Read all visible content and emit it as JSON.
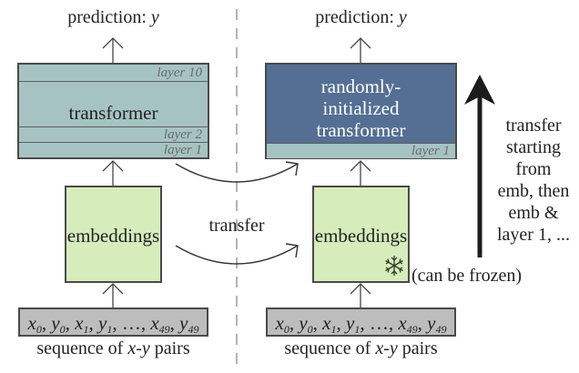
{
  "left_panel": {
    "prediction_label": "prediction:",
    "prediction_var": "y",
    "transformer": {
      "label": "transformer",
      "layers": [
        "layer 10",
        "layer 2",
        "layer 1"
      ],
      "color": "#a6c3c3"
    },
    "embeddings": {
      "label": "embeddings",
      "color": "#d6ecbb"
    },
    "sequence": {
      "tokens": [
        {
          "var": "x",
          "sub": "0"
        },
        {
          "var": "y",
          "sub": "0"
        },
        {
          "var": "x",
          "sub": "1"
        },
        {
          "var": "y",
          "sub": "1"
        },
        {
          "var": "…",
          "sub": ""
        },
        {
          "var": "x",
          "sub": "49"
        },
        {
          "var": "y",
          "sub": "49"
        }
      ],
      "caption_pre": "sequence of ",
      "caption_ital": "x-y",
      "caption_post": " pairs",
      "color": "#bdbdbd"
    }
  },
  "right_panel": {
    "prediction_label": "prediction:",
    "prediction_var": "y",
    "transformer": {
      "label_lines": [
        "randomly-",
        "initialized",
        "transformer"
      ],
      "layer_label": "layer 1",
      "color": "#546f93"
    },
    "embeddings": {
      "label": "embeddings",
      "frozen_icon": "snowflake-icon",
      "frozen_note": "(can be frozen)"
    },
    "sequence": {
      "caption_pre": "sequence of ",
      "caption_ital": "x-y",
      "caption_post": " pairs"
    }
  },
  "transfer_label": "transfer",
  "side_note_lines": [
    "transfer",
    "starting",
    "from",
    "emb, then",
    "emb &",
    "layer 1, ..."
  ]
}
